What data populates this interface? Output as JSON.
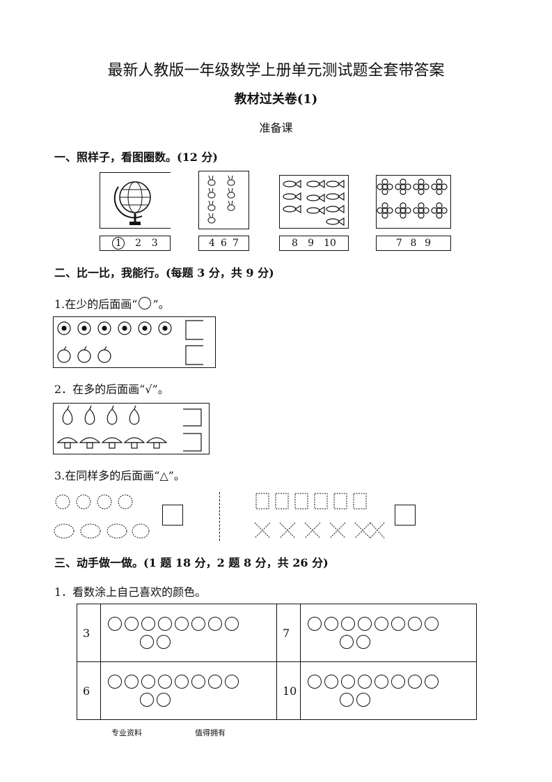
{
  "title": "最新人教版一年级数学上册单元测试题全套带答案",
  "subtitle": "教材过关卷(1)",
  "unit": "准备课",
  "section1": {
    "heading": "一、照样子，看图圈数。(12 分)",
    "groups": [
      {
        "picture": "globe-icon",
        "numbers": [
          "1",
          "2",
          "3"
        ]
      },
      {
        "picture": "rabbit-icon",
        "numbers": [
          "4",
          "6",
          "7"
        ]
      },
      {
        "picture": "fish-icon",
        "numbers": [
          "8",
          "9",
          "10"
        ]
      },
      {
        "picture": "flower-icon",
        "numbers": [
          "7",
          "8",
          "9"
        ]
      }
    ]
  },
  "section2": {
    "heading": "二、比一比，我能行。(每题 3 分，共 9 分)",
    "q1": "1.在少的后面画“",
    "q1_end": "”。",
    "q2": "2．在多的后面画“√”。",
    "q3": "3.在同样多的后面画“△”。"
  },
  "section3": {
    "heading": "三、动手做一做。(1 题 18 分，2 题 8 分，共 26 分)",
    "q1": "1．看数涂上自己喜欢的颜色。",
    "rows": [
      {
        "left": "3",
        "right": "7"
      },
      {
        "left": "6",
        "right": "10"
      }
    ]
  },
  "footer": {
    "left": "专业资料",
    "right": "值得拥有"
  }
}
